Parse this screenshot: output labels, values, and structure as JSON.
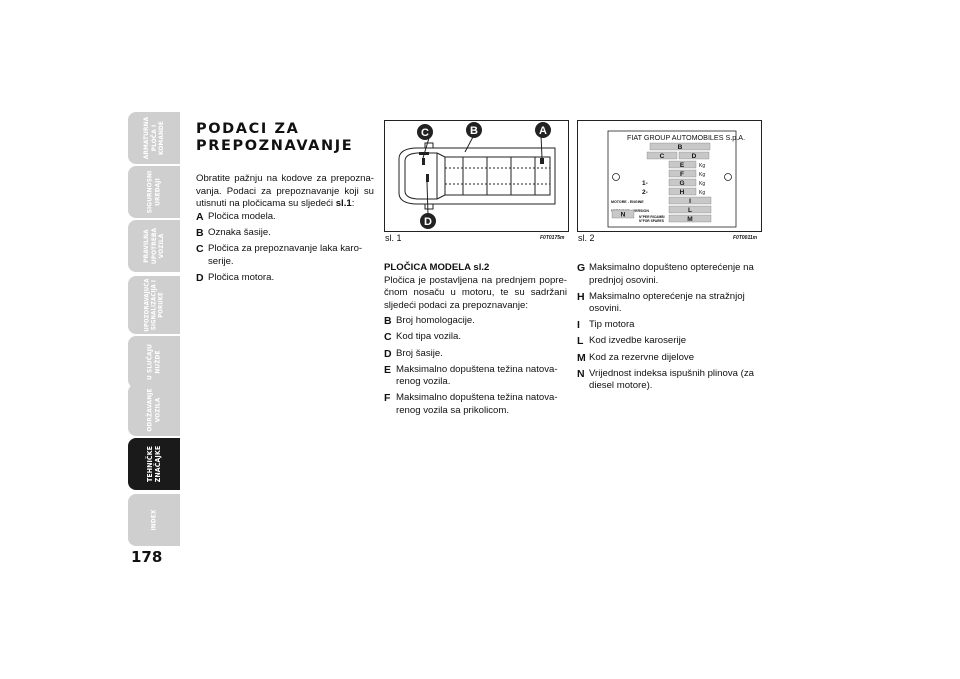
{
  "tabs": [
    {
      "label": "ARMATURNA\nPLOČA I\nKOMANDE",
      "active": false
    },
    {
      "label": "SIGURNOSNI\nUREĐAJI",
      "active": false
    },
    {
      "label": "PRAVILNA\nUPOTREBA\nVOZILA",
      "active": false
    },
    {
      "label": "UPOZORAVAJUĆA\nSIGNALIZACIJA I\nPORUKE",
      "active": false
    },
    {
      "label": "U SLUČAJU\nNUŽDE",
      "active": false
    },
    {
      "label": "ODRŽAVANJE\nVOZILA",
      "active": false
    },
    {
      "label": "TEHNIČKE\nZNAČAJKE",
      "active": true
    },
    {
      "label": "INDEX",
      "active": false
    }
  ],
  "page_number": "178",
  "section_title": "PODACI ZA\nPREPOZNAVANJE",
  "intro": "Obratite pažnju na kodove za prepozna-vanja. Podaci za prepoznavanje koji su utisnuti na pločicama su sljedeći ",
  "intro_ref": "sl.1",
  "intro_end": ":",
  "list1": [
    {
      "key": "A",
      "text": "Pločica modela."
    },
    {
      "key": "B",
      "text": "Oznaka šasije."
    },
    {
      "key": "C",
      "text": "Pločica za prepoznavanje laka karo-serije."
    },
    {
      "key": "D",
      "text": "Pločica motora."
    }
  ],
  "figure1": {
    "caption": "sl. 1",
    "code": "F0T0175m",
    "markers": [
      "C",
      "B",
      "A",
      "D"
    ]
  },
  "figure2": {
    "caption": "sl. 2",
    "code": "F0T0011m",
    "plate_title": "FIAT GROUP AUTOMOBILES S.p.A.",
    "fields": {
      "B": "B",
      "C": "C",
      "D": "D",
      "E": "E",
      "F": "F",
      "G": "G",
      "H": "H",
      "I": "I",
      "L": "L",
      "M": "M",
      "N": "N"
    },
    "kg": "Kg",
    "row1": "1-",
    "row2": "2-",
    "motore": "MOTORE - ENGINE",
    "versione": "VERSIONE - VERSION",
    "ricambi": "N°PER RICAMBI\nN°FOR SPARES"
  },
  "plate_heading": "PLOČICA MODELA sl.2",
  "plate_intro": "Pločica je postavljena na prednjem popre-čnom nosaču u motoru, te su sadržani sljedeći podaci za prepoznavanje:",
  "list2": [
    {
      "key": "B",
      "text": "Broj homologacije."
    },
    {
      "key": "C",
      "text": "Kod tipa vozila."
    },
    {
      "key": "D",
      "text": "Broj šasije."
    },
    {
      "key": "E",
      "text": "Maksimalno dopuštena težina natova-renog vozila."
    },
    {
      "key": "F",
      "text": "Maksimalno dopuštena težina natova-renog vozila sa prikolicom."
    }
  ],
  "list3": [
    {
      "key": "G",
      "text": "Maksimalno dopušteno opterećenje na prednjoj osovini."
    },
    {
      "key": "H",
      "text": "Maksimalno opterećenje na stražnjoj osovini."
    },
    {
      "key": "I",
      "text": "Tip motora"
    },
    {
      "key": "L",
      "text": "Kod izvedbe karoserije"
    },
    {
      "key": "M",
      "text": "Kod za rezervne dijelove"
    },
    {
      "key": "N",
      "text": "Vrijednost indeksa ispušnih plinova (za diesel motore)."
    }
  ]
}
